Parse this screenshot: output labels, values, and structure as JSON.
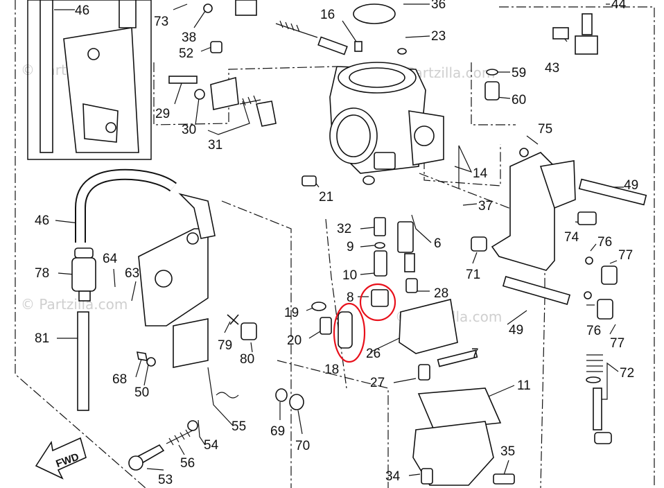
{
  "labels": [
    "46",
    "73",
    "38",
    "52",
    "16",
    "36",
    "23",
    "44",
    "43",
    "59",
    "60",
    "29",
    "30",
    "31",
    "75",
    "14",
    "37",
    "49",
    "21",
    "32",
    "6",
    "9",
    "74",
    "76",
    "77",
    "10",
    "71",
    "28",
    "8",
    "19",
    "20",
    "18",
    "26",
    "7",
    "49",
    "76",
    "77",
    "72",
    "11",
    "27",
    "46",
    "78",
    "64",
    "63",
    "81",
    "79",
    "80",
    "68",
    "50",
    "55",
    "69",
    "70",
    "54",
    "56",
    "53",
    "35",
    "34"
  ],
  "watermark": "© Partzilla.com",
  "fwd_text": "FWD",
  "colors": {
    "line": "#111111",
    "highlight": "#e8101b",
    "watermark": "#cfcfcf"
  }
}
